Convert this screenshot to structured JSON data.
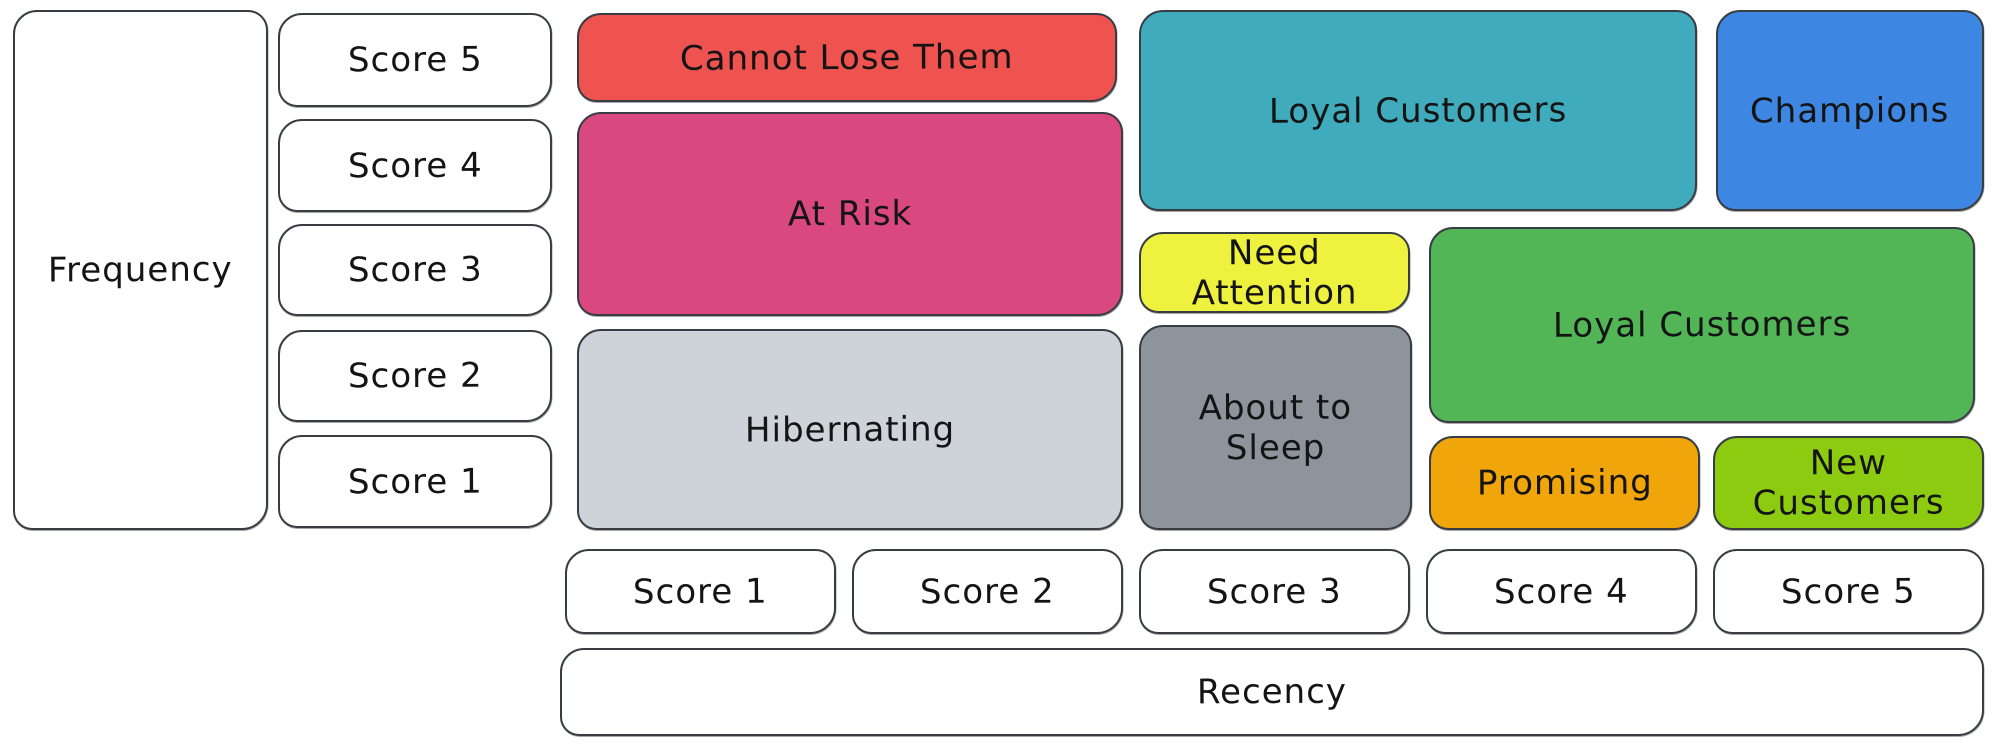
{
  "diagram": {
    "type": "rfm-segmentation-grid",
    "background": "#ffffff",
    "outline_color": "#383d44",
    "text_color": "#141414"
  },
  "frequency_axis": {
    "label": "Frequency",
    "scores": [
      "Score 5",
      "Score 4",
      "Score 3",
      "Score 2",
      "Score 1"
    ]
  },
  "recency_axis": {
    "label": "Recency",
    "scores": [
      "Score 1",
      "Score 2",
      "Score 3",
      "Score 4",
      "Score 5"
    ]
  },
  "segments": [
    {
      "label": "Cannot Lose Them",
      "color": "#ef5350",
      "recency_scores": [
        1,
        2
      ],
      "frequency_scores": [
        5,
        5
      ]
    },
    {
      "label": "At Risk",
      "color": "#d9497f",
      "recency_scores": [
        1,
        2
      ],
      "frequency_scores": [
        3,
        4
      ]
    },
    {
      "label": "Hibernating",
      "color": "#ced3da",
      "recency_scores": [
        1,
        2
      ],
      "frequency_scores": [
        1,
        2
      ]
    },
    {
      "label": "Loyal Customers",
      "color": "#3fabbc",
      "recency_scores": [
        3,
        4
      ],
      "frequency_scores": [
        4,
        5
      ]
    },
    {
      "label": "Champions",
      "color": "#3d86e2",
      "recency_scores": [
        5,
        5
      ],
      "frequency_scores": [
        4,
        5
      ]
    },
    {
      "label": "Need Attention",
      "color": "#eef23f",
      "recency_scores": [
        3,
        3
      ],
      "frequency_scores": [
        3,
        3
      ]
    },
    {
      "label": "About to Sleep",
      "color": "#8d949c",
      "recency_scores": [
        3,
        3
      ],
      "frequency_scores": [
        1,
        2
      ]
    },
    {
      "label": "Loyal Customers",
      "color": "#52b657",
      "recency_scores": [
        4,
        5
      ],
      "frequency_scores": [
        2,
        3
      ]
    },
    {
      "label": "Promising",
      "color": "#f0a50a",
      "recency_scores": [
        4,
        4
      ],
      "frequency_scores": [
        1,
        1
      ]
    },
    {
      "label": "New Customers",
      "color": "#8ccb10",
      "recency_scores": [
        5,
        5
      ],
      "frequency_scores": [
        1,
        1
      ]
    }
  ]
}
